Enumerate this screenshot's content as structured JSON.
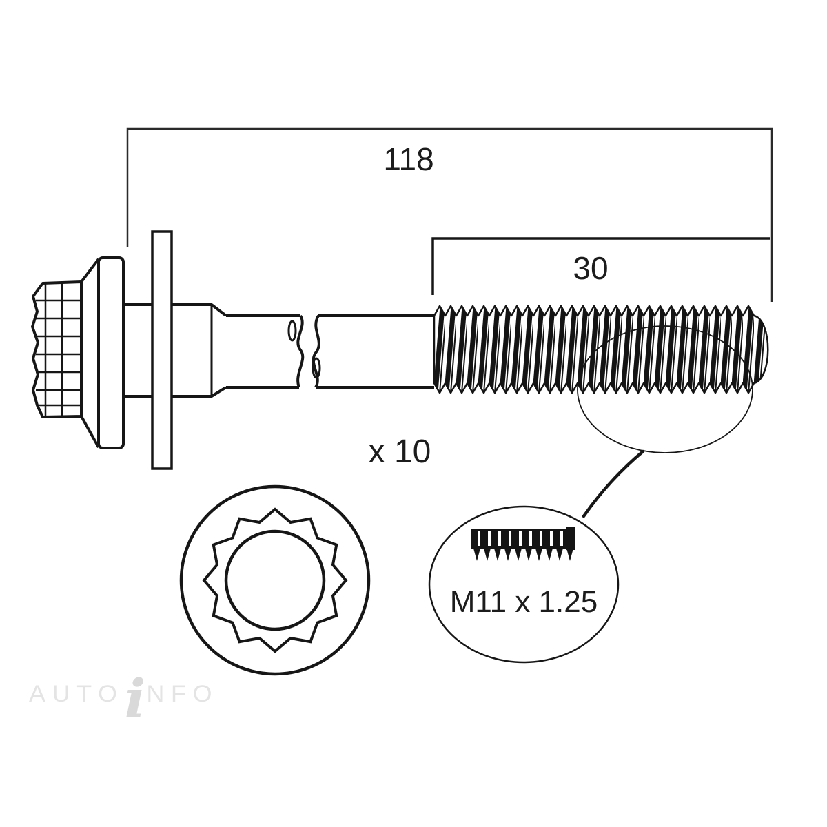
{
  "diagram": {
    "labels": {
      "overall_length": "118",
      "thread_length": "30",
      "quantity": "x 10",
      "thread_spec": "M11 x 1.25"
    },
    "watermark": {
      "pre": "AUTO",
      "mid": "i",
      "post": "NFO"
    },
    "colors": {
      "line": "#161616",
      "dimension_line": "#2a2a2a",
      "watermark": "#e4e4e4",
      "watermark_accent": "#d9d9d9",
      "background": "#ffffff"
    }
  }
}
